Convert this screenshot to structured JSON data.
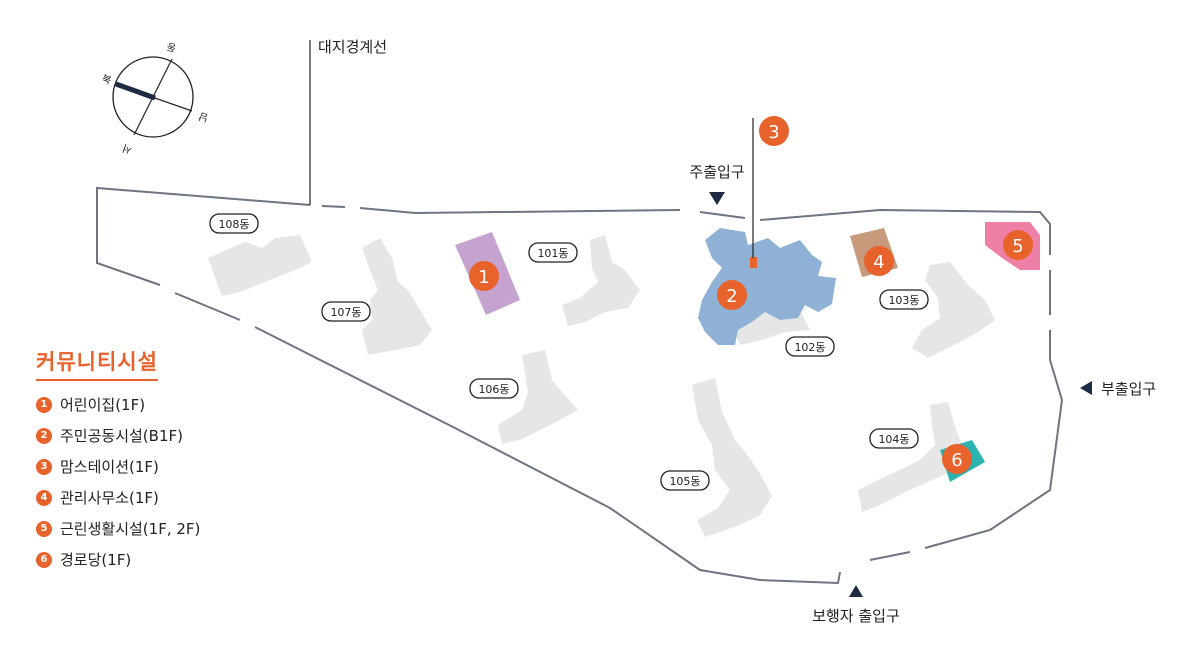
{
  "compass": {
    "north": "북",
    "east": "동",
    "south": "남",
    "west": "서"
  },
  "boundary_label": "대지경계선",
  "entrances": {
    "main": "주출입구",
    "secondary": "부출입구",
    "pedestrian": "보행자 출입구"
  },
  "buildings": [
    "108동",
    "107동",
    "101동",
    "102동",
    "103동",
    "106동",
    "105동",
    "104동"
  ],
  "facility_markers": [
    "1",
    "2",
    "3",
    "4",
    "5",
    "6"
  ],
  "legend": {
    "title": "커뮤니티시설",
    "items": [
      {
        "num": "1",
        "label": "어린이집(1F)"
      },
      {
        "num": "2",
        "label": "주민공동시설(B1F)"
      },
      {
        "num": "3",
        "label": "맘스테이션(1F)"
      },
      {
        "num": "4",
        "label": "관리사무소(1F)"
      },
      {
        "num": "5",
        "label": "근린생활시설(1F, 2F)"
      },
      {
        "num": "6",
        "label": "경로당(1F)"
      }
    ]
  },
  "colors": {
    "accent": "#e8622c",
    "building": "#e6e6e6",
    "boundary": "#6e7480",
    "daycare": "#c6a3cf",
    "community": "#8fb1d6",
    "mom_station": "#e8622c",
    "office": "#c89a7c",
    "retail": "#ee7fa6",
    "senior": "#2bb3b0"
  }
}
